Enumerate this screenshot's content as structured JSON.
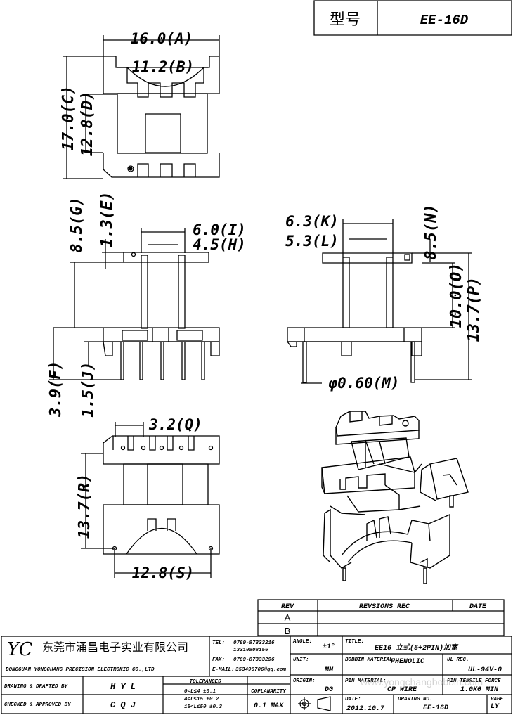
{
  "header": {
    "model_label": "型号",
    "model_value": "EE-16D"
  },
  "dims": {
    "A": "16.0(A)",
    "B": "11.2(B)",
    "C": "17.0(C)",
    "D": "12.8(D)",
    "G": "8.5(G)",
    "E": "1.3(E)",
    "I": "6.0(I)",
    "H": "4.5(H)",
    "F": "3.9(F)",
    "J": "1.5(J)",
    "K": "6.3(K)",
    "L": "5.3(L)",
    "N": "8.5(N)",
    "O": "10.0(O)",
    "P": "13.7(P)",
    "M": "φ0.60(M)",
    "Q": "3.2(Q)",
    "R": "13.7(R)",
    "S": "12.8(S)"
  },
  "revision": {
    "rev_header": "REV",
    "rec_header": "REVSIONS REC",
    "date_header": "DATE",
    "rows": [
      "A",
      "B"
    ]
  },
  "company": {
    "logo": "YC",
    "name_cn": "东莞市涌昌电子实业有限公司",
    "name_en": "DONGGUAN YONGCHANG PRECISION ELECTRONIC CO.,LTD",
    "tel_label": "TEL:",
    "tel_value_1": "0769-87333216",
    "tel_value_2": "13310808156",
    "fax_label": "FAX:",
    "fax_value": "0769-87333296",
    "email_label": "E-MAIL:",
    "email_value": "353496706@qq.com"
  },
  "title_block": {
    "angle_label": "ANGLE:",
    "angle_value": "±1°",
    "unit_label": "UNIT:",
    "unit_value": "MM",
    "origin_label": "ORIGIN:",
    "origin_value": "DG",
    "title_label": "TITLE:",
    "title_value": "EE16 立式(5+2PIN)加宽",
    "material_label": "BOBBIN MATERIAL:",
    "material_value": "PHENOLIC",
    "ul_label": "UL REC.",
    "ul_value": "UL-94V-0",
    "pin_material_label": "PIN MATERIAL:",
    "pin_material_value": "CP WIRE",
    "pin_tensile_label": "PIN TENSILE FORCE",
    "pin_tensile_value": "1.0KG MIN",
    "date_label": "DATE:",
    "date_value": "2012.10.7",
    "drawing_no_label": "DRAWING NO.",
    "drawing_no_value": "EE-16D",
    "page_label": "PAGE",
    "page_value": "LY",
    "drawn_label": "DRAWING & DRAFTED BY",
    "drawn_value": "H Y L",
    "checked_label": "CHECKED & APPROVED BY",
    "checked_value": "C Q J",
    "tolerances_label": "TOLERANCES",
    "tol_1": "0<L≤4   ±0.1",
    "tol_2": "4<L≤15  ±0.2",
    "tol_3": "15<L≤50  ±0.3",
    "coplanarity_label": "COPLANARITY",
    "coplanarity_value": "0.1 MAX",
    "watermark": "www.yongchangbobbin.com"
  }
}
